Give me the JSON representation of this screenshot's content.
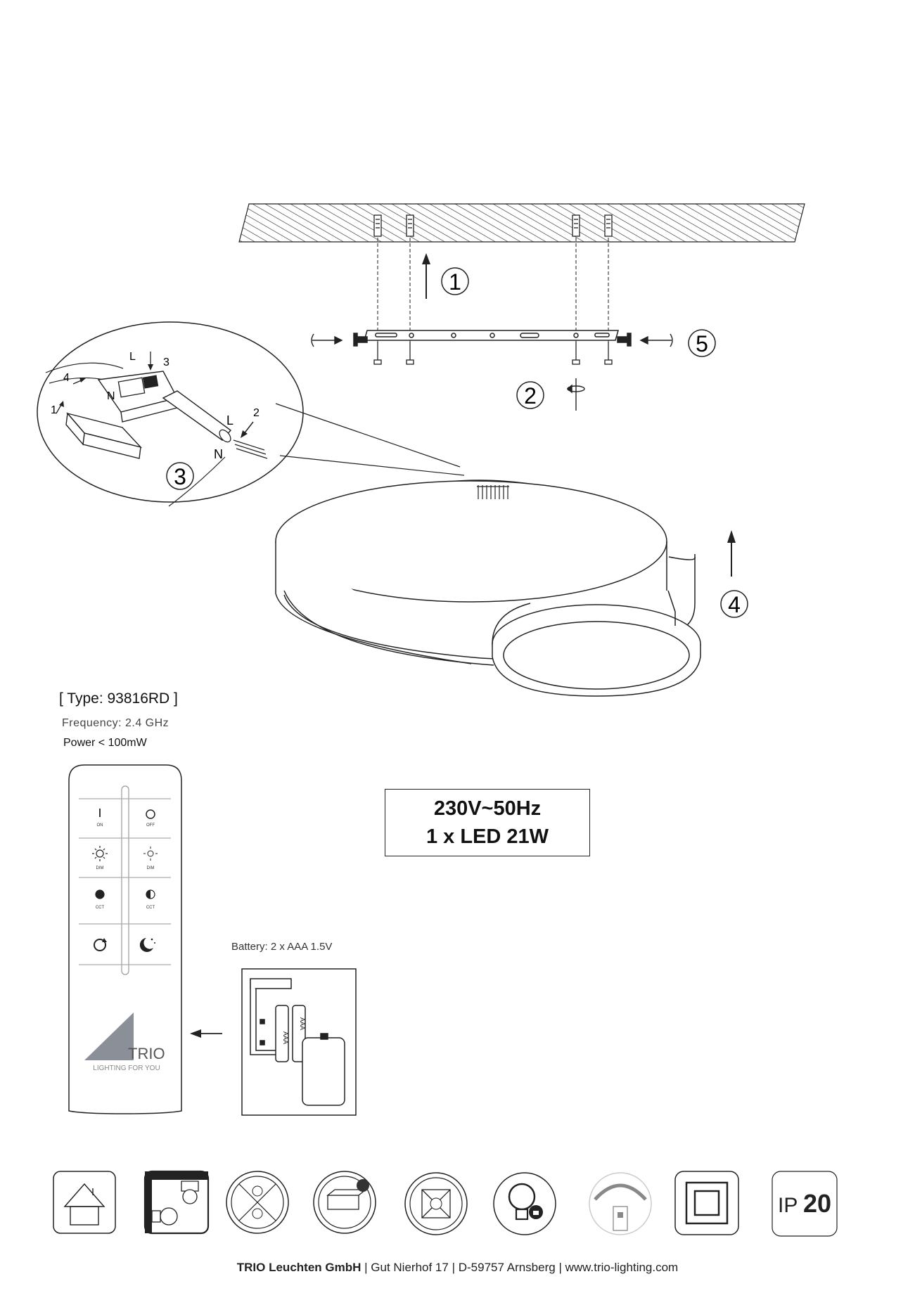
{
  "product": {
    "type_label": "[ Type: 93816RD ]",
    "frequency": "Frequency: 2.4 GHz",
    "power": "Power < 100mW"
  },
  "specs": {
    "voltage": "230V~50Hz",
    "lamp": "1 x LED 21W"
  },
  "battery": {
    "label": "Battery: 2 x AAA 1.5V",
    "cell_label": "AAA"
  },
  "assembly_steps": {
    "step1": "1",
    "step2": "2",
    "step3": "3",
    "step4": "4",
    "step5": "5"
  },
  "wiring_detail": {
    "L": "L",
    "N": "N",
    "substep_1": "1",
    "substep_2": "2",
    "substep_3": "3",
    "substep_4": "4"
  },
  "remote": {
    "buttons": [
      {
        "label": "ON",
        "icon": "power-on-icon"
      },
      {
        "label": "OFF",
        "icon": "power-off-icon"
      },
      {
        "label": "DIM",
        "icon": "brightness-up-icon"
      },
      {
        "label": "DIM",
        "icon": "brightness-down-icon"
      },
      {
        "label": "CCT",
        "icon": "color-temp-warm-icon"
      },
      {
        "label": "CCT",
        "icon": "color-temp-cold-icon"
      },
      {
        "label": "",
        "icon": "reset-icon"
      },
      {
        "label": "",
        "icon": "night-mode-icon"
      }
    ],
    "brand": "TRIO",
    "slogan": "LIGHTING FOR YOU"
  },
  "symbols": [
    {
      "name": "indoor-use-icon"
    },
    {
      "name": "ceiling-mount-icon"
    },
    {
      "name": "led-not-replaceable-icon"
    },
    {
      "name": "driver-replaceable-icon"
    },
    {
      "name": "no-cover-insulation-icon"
    },
    {
      "name": "protection-class-bulb-icon"
    },
    {
      "name": "dimmer-switch-icon"
    },
    {
      "name": "protection-class-2-icon"
    },
    {
      "name": "ip-rating-icon",
      "text_ip": "IP",
      "text_num": "20"
    }
  ],
  "footer": {
    "company": "TRIO Leuchten GmbH",
    "address": "Gut Nierhof 17",
    "city": "D-59757 Arnsberg",
    "website": "www.trio-lighting.com",
    "separator": "|"
  }
}
